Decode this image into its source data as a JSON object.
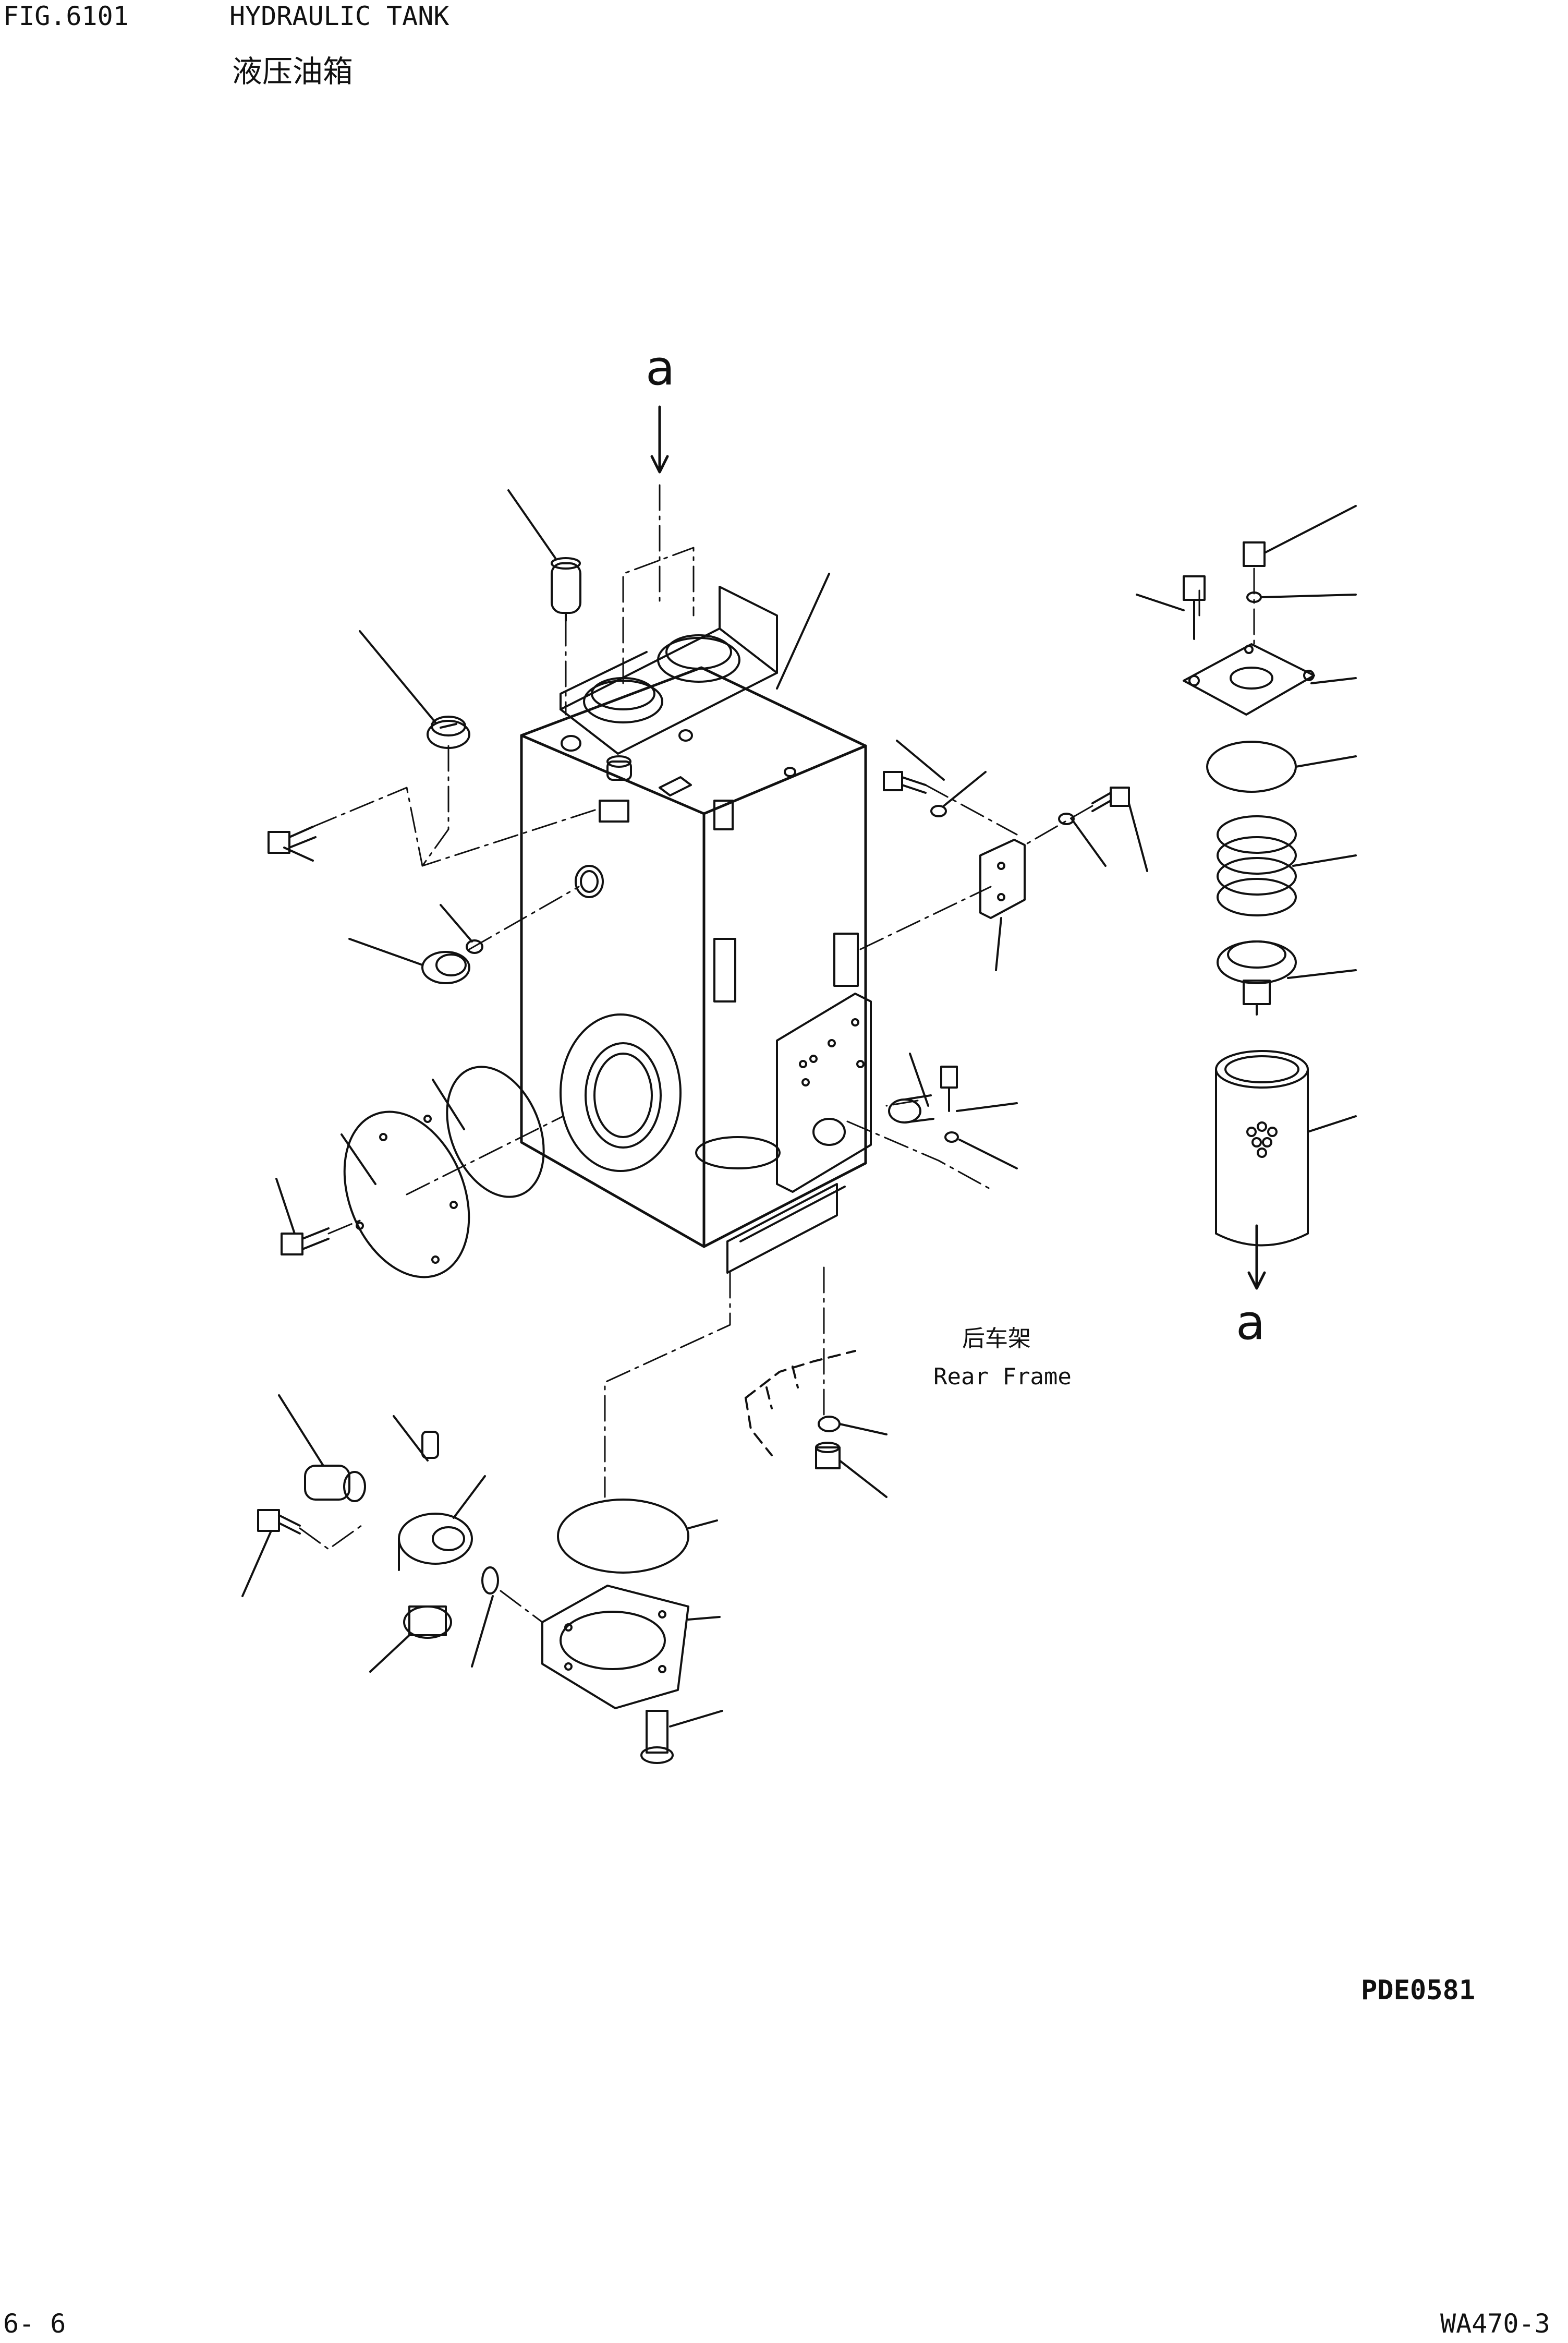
{
  "header": {
    "fig_number": "FIG.6101",
    "title_en": "HYDRAULIC TANK",
    "title_cn": "液压油箱"
  },
  "labels": {
    "rear_frame_cn": "后车架",
    "rear_frame_en": "Rear Frame",
    "ref_top": "a",
    "ref_bottom": "a",
    "drawing_code": "PDE0581"
  },
  "footer": {
    "page": "6- 6",
    "model": "WA470-3"
  }
}
